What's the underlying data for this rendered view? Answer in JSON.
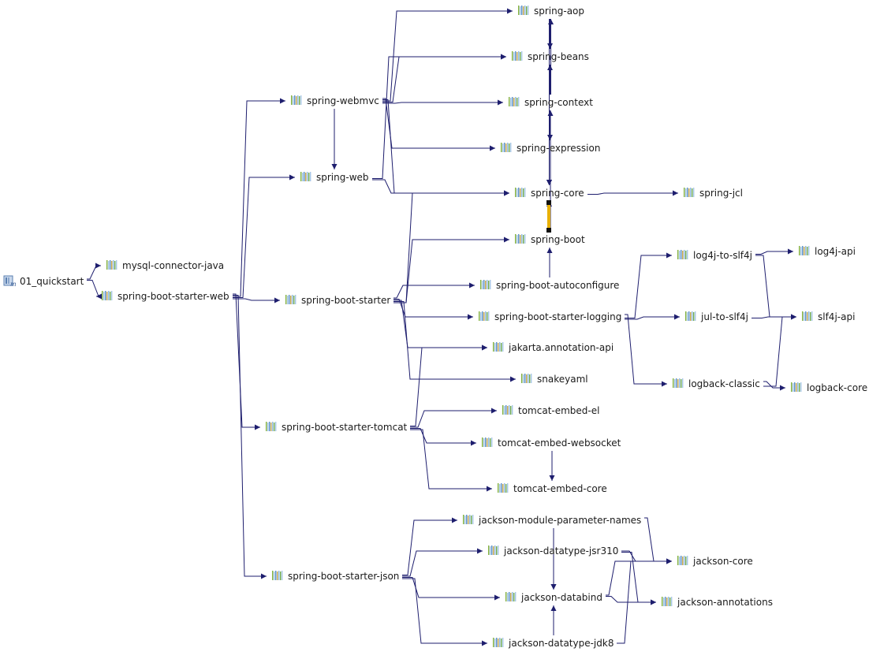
{
  "colors": {
    "edge": "#1e1e6e",
    "conflict": "#e8b000",
    "conflict_ends": "#111111"
  },
  "nodes": [
    {
      "id": "quickstart",
      "label": "01_quickstart",
      "icon": "module-icon"
    },
    {
      "id": "mysql",
      "label": "mysql-connector-java",
      "icon": "jar-icon"
    },
    {
      "id": "sbweb",
      "label": "spring-boot-starter-web",
      "icon": "jar-icon"
    },
    {
      "id": "webmvc",
      "label": "spring-webmvc",
      "icon": "jar-icon"
    },
    {
      "id": "web",
      "label": "spring-web",
      "icon": "jar-icon"
    },
    {
      "id": "sbstarter",
      "label": "spring-boot-starter",
      "icon": "jar-icon"
    },
    {
      "id": "sbtomcat",
      "label": "spring-boot-starter-tomcat",
      "icon": "jar-icon"
    },
    {
      "id": "sbjson",
      "label": "spring-boot-starter-json",
      "icon": "jar-icon"
    },
    {
      "id": "aop",
      "label": "spring-aop",
      "icon": "jar-icon"
    },
    {
      "id": "beans",
      "label": "spring-beans",
      "icon": "jar-icon"
    },
    {
      "id": "context",
      "label": "spring-context",
      "icon": "jar-icon"
    },
    {
      "id": "expression",
      "label": "spring-expression",
      "icon": "jar-icon"
    },
    {
      "id": "core",
      "label": "spring-core",
      "icon": "jar-icon"
    },
    {
      "id": "jcl",
      "label": "spring-jcl",
      "icon": "jar-icon"
    },
    {
      "id": "boot",
      "label": "spring-boot",
      "icon": "jar-icon"
    },
    {
      "id": "autoconf",
      "label": "spring-boot-autoconfigure",
      "icon": "jar-icon"
    },
    {
      "id": "logging",
      "label": "spring-boot-starter-logging",
      "icon": "jar-icon"
    },
    {
      "id": "jakarta",
      "label": "jakarta.annotation-api",
      "icon": "jar-icon"
    },
    {
      "id": "snakeyaml",
      "label": "snakeyaml",
      "icon": "jar-icon"
    },
    {
      "id": "log4jslf4j",
      "label": "log4j-to-slf4j",
      "icon": "jar-icon"
    },
    {
      "id": "log4japi",
      "label": "log4j-api",
      "icon": "jar-icon"
    },
    {
      "id": "julslf4j",
      "label": "jul-to-slf4j",
      "icon": "jar-icon"
    },
    {
      "id": "slf4japi",
      "label": "slf4j-api",
      "icon": "jar-icon"
    },
    {
      "id": "logback",
      "label": "logback-classic",
      "icon": "jar-icon"
    },
    {
      "id": "logbackcore",
      "label": "logback-core",
      "icon": "jar-icon"
    },
    {
      "id": "tomcatel",
      "label": "tomcat-embed-el",
      "icon": "jar-icon"
    },
    {
      "id": "tomcatws",
      "label": "tomcat-embed-websocket",
      "icon": "jar-icon"
    },
    {
      "id": "tomcatcore",
      "label": "tomcat-embed-core",
      "icon": "jar-icon"
    },
    {
      "id": "jparams",
      "label": "jackson-module-parameter-names",
      "icon": "jar-icon"
    },
    {
      "id": "jjsr310",
      "label": "jackson-datatype-jsr310",
      "icon": "jar-icon"
    },
    {
      "id": "jdatabind",
      "label": "jackson-databind",
      "icon": "jar-icon"
    },
    {
      "id": "jjdk8",
      "label": "jackson-datatype-jdk8",
      "icon": "jar-icon"
    },
    {
      "id": "jcore",
      "label": "jackson-core",
      "icon": "jar-icon"
    },
    {
      "id": "jannot",
      "label": "jackson-annotations",
      "icon": "jar-icon"
    }
  ],
  "edges": [
    [
      "quickstart",
      "mysql"
    ],
    [
      "quickstart",
      "sbweb"
    ],
    [
      "sbweb",
      "webmvc"
    ],
    [
      "sbweb",
      "web"
    ],
    [
      "sbweb",
      "sbstarter"
    ],
    [
      "sbweb",
      "sbtomcat"
    ],
    [
      "sbweb",
      "sbjson"
    ],
    [
      "webmvc",
      "aop"
    ],
    [
      "webmvc",
      "beans"
    ],
    [
      "webmvc",
      "context"
    ],
    [
      "webmvc",
      "expression"
    ],
    [
      "webmvc",
      "core"
    ],
    [
      "webmvc",
      "web"
    ],
    [
      "web",
      "beans"
    ],
    [
      "web",
      "core"
    ],
    [
      "aop",
      "beans"
    ],
    [
      "aop",
      "core"
    ],
    [
      "beans",
      "core"
    ],
    [
      "context",
      "aop"
    ],
    [
      "context",
      "beans"
    ],
    [
      "context",
      "core"
    ],
    [
      "context",
      "expression"
    ],
    [
      "expression",
      "core"
    ],
    [
      "core",
      "jcl"
    ],
    [
      "sbstarter",
      "boot"
    ],
    [
      "sbstarter",
      "autoconf"
    ],
    [
      "sbstarter",
      "logging"
    ],
    [
      "sbstarter",
      "jakarta"
    ],
    [
      "sbstarter",
      "snakeyaml"
    ],
    [
      "sbstarter",
      "core"
    ],
    [
      "autoconf",
      "boot"
    ],
    [
      "boot",
      "core"
    ],
    [
      "boot",
      "context"
    ],
    [
      "logging",
      "log4jslf4j"
    ],
    [
      "logging",
      "julslf4j"
    ],
    [
      "logging",
      "logback"
    ],
    [
      "log4jslf4j",
      "log4japi"
    ],
    [
      "log4jslf4j",
      "slf4japi"
    ],
    [
      "julslf4j",
      "slf4japi"
    ],
    [
      "logback",
      "slf4japi"
    ],
    [
      "logback",
      "logbackcore"
    ],
    [
      "sbtomcat",
      "jakarta"
    ],
    [
      "sbtomcat",
      "tomcatel"
    ],
    [
      "sbtomcat",
      "tomcatws"
    ],
    [
      "sbtomcat",
      "tomcatcore"
    ],
    [
      "tomcatws",
      "tomcatcore"
    ],
    [
      "sbjson",
      "jparams"
    ],
    [
      "sbjson",
      "jjsr310"
    ],
    [
      "sbjson",
      "jdatabind"
    ],
    [
      "sbjson",
      "jjdk8"
    ],
    [
      "jparams",
      "jcore"
    ],
    [
      "jparams",
      "jdatabind"
    ],
    [
      "jjsr310",
      "jcore"
    ],
    [
      "jjsr310",
      "jannot"
    ],
    [
      "jjsr310",
      "jdatabind"
    ],
    [
      "jdatabind",
      "jcore"
    ],
    [
      "jdatabind",
      "jannot"
    ],
    [
      "jjdk8",
      "jcore"
    ],
    [
      "jjdk8",
      "jdatabind"
    ]
  ],
  "conflict_edges": [
    [
      "core",
      "boot"
    ]
  ]
}
